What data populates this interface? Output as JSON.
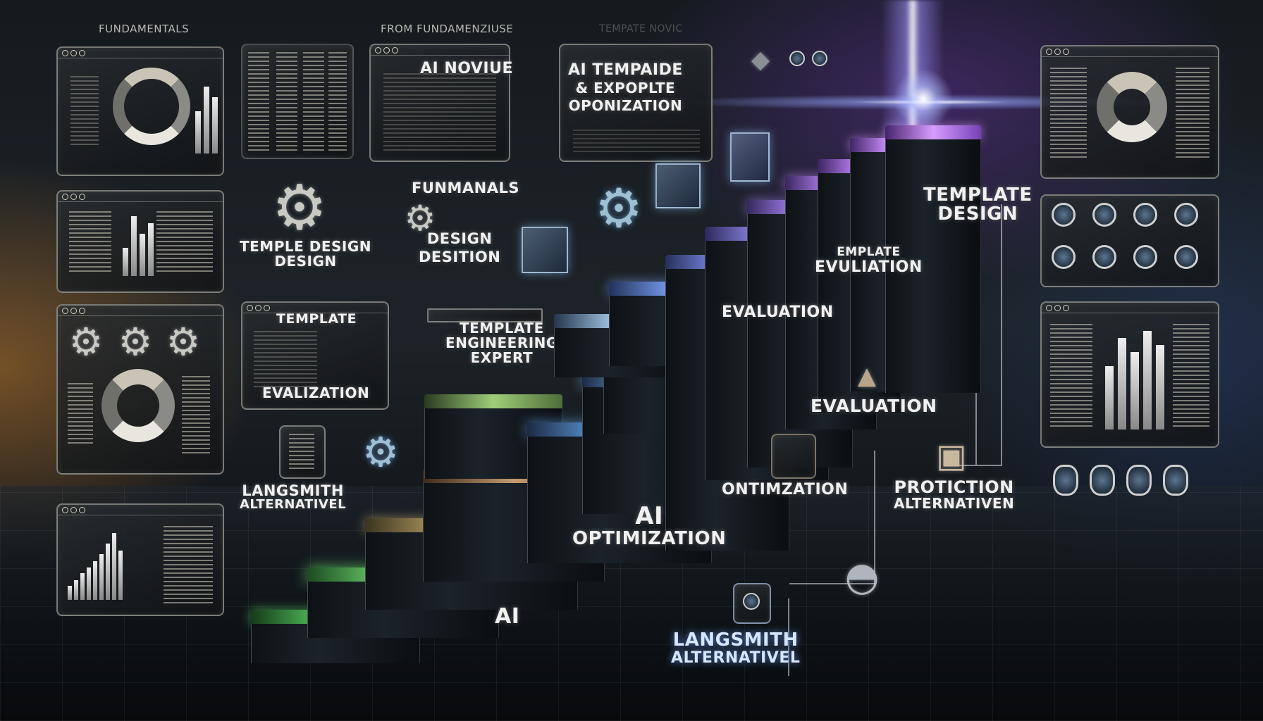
{
  "labels": {
    "top_left": "FUNDAMENTALS",
    "top_center": "FROM FUNDAMENZIUSE",
    "top_right_faded": "TEMPATE NOVIC",
    "panel_novice": "AI NOVIUE",
    "panel_template_line1": "AI TEMPAIDE",
    "panel_template_line2": "& EXPOPLTE",
    "panel_template_line3": "OPONIZATION",
    "funmanals": "FUNMANALS",
    "design_desition_line1": "DESIGN",
    "design_desition_line2": "DESITION",
    "temple_design_line1": "TEMPLE DESIGN",
    "temple_design_line2": "DESIGN",
    "template_eval_line1": "TEMPLATE",
    "template_eval_line2": "EVALIZATION",
    "engineering_line1": "TEMPLATE",
    "engineering_line2": "ENGINEERING",
    "engineering_line3": "EXPERT",
    "template_design_right_line1": "TEMPLATE",
    "template_design_right_line2": "DESIGN",
    "emplate_eval_line1": "EMPLATE",
    "emplate_eval_line2": "EVULIATION",
    "evaluation_small": "EVALUATION",
    "evaluation_large": "EVALUATION",
    "langsmith_left_line1": "LANGSMITH",
    "langsmith_left_line2": "ALTERNATIVEL",
    "ontimization": "ONTIMZATION",
    "protiction_line1": "PROTICTION",
    "protiction_line2": "ALTERNATIVEN",
    "ai_optimization_line1": "AI",
    "ai_optimization_line2": "OPTIMIZATION",
    "ai_step": "AI",
    "langsmith_bottom_line1": "LANGSMITH",
    "langsmith_bottom_line2": "ALTERNATIVEL"
  },
  "icons": {
    "gear": "⚙",
    "window_dot": "circle"
  },
  "colors": {
    "step_green": "#5fe06a",
    "step_gold": "#e0c27a",
    "step_blue": "#6fb7ff",
    "step_purple": "#a86df5",
    "beam": "#c8c4ff"
  }
}
